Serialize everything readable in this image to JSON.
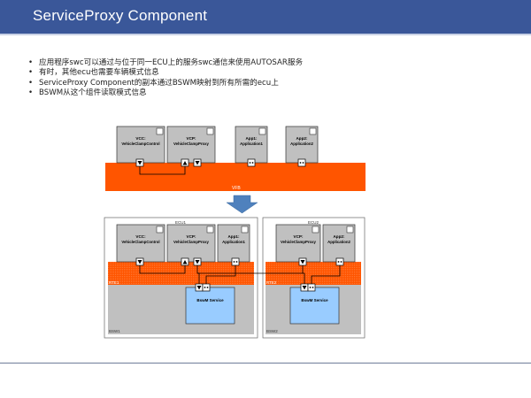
{
  "header": {
    "title": "ServiceProxy Component"
  },
  "bullets": [
    "应用程序swc可以通过与位于同一ECU上的服务swc通信来使用AUTOSAR服务",
    "有时，其他ecu也需要车辆模式信息",
    "ServiceProxy Component的副本通过BSWM映射到所有所需的ecu上",
    "BSWM从这个组件读取模式信息"
  ],
  "diagram": {
    "top": {
      "swc1": [
        "VCC:",
        "VehicleClampControl"
      ],
      "swc2": [
        "VCP:",
        "VehicleClampProxy"
      ],
      "swc3": [
        "App1:",
        "Application1"
      ],
      "swc4": [
        "App2:",
        "Application2"
      ],
      "vfb_label": "VFB"
    },
    "ecu1": {
      "label": "ECU1",
      "swc1": [
        "VCC:",
        "VehicleClampControl"
      ],
      "swc2": [
        "VCP:",
        "VehicleClampProxy"
      ],
      "swc3": [
        "App1:",
        "Application1"
      ],
      "rte_label": "RTE1",
      "bsw_label": "BSW1",
      "service": "BswM Service"
    },
    "ecu2": {
      "label": "ECU2",
      "swc1": [
        "VCP:",
        "VehicleClampProxy"
      ],
      "swc2": [
        "App2:",
        "Application2"
      ],
      "rte_label": "RTE2",
      "bsw_label": "BSW2",
      "service": "BswM Service"
    },
    "colors": {
      "title_bar": "#3a5799",
      "vfb": "#ff5500",
      "swc_box": "#c0c0c0",
      "bsw": "#c0c0c0",
      "service": "#99ccff",
      "arrow": "#4f81bd"
    }
  }
}
